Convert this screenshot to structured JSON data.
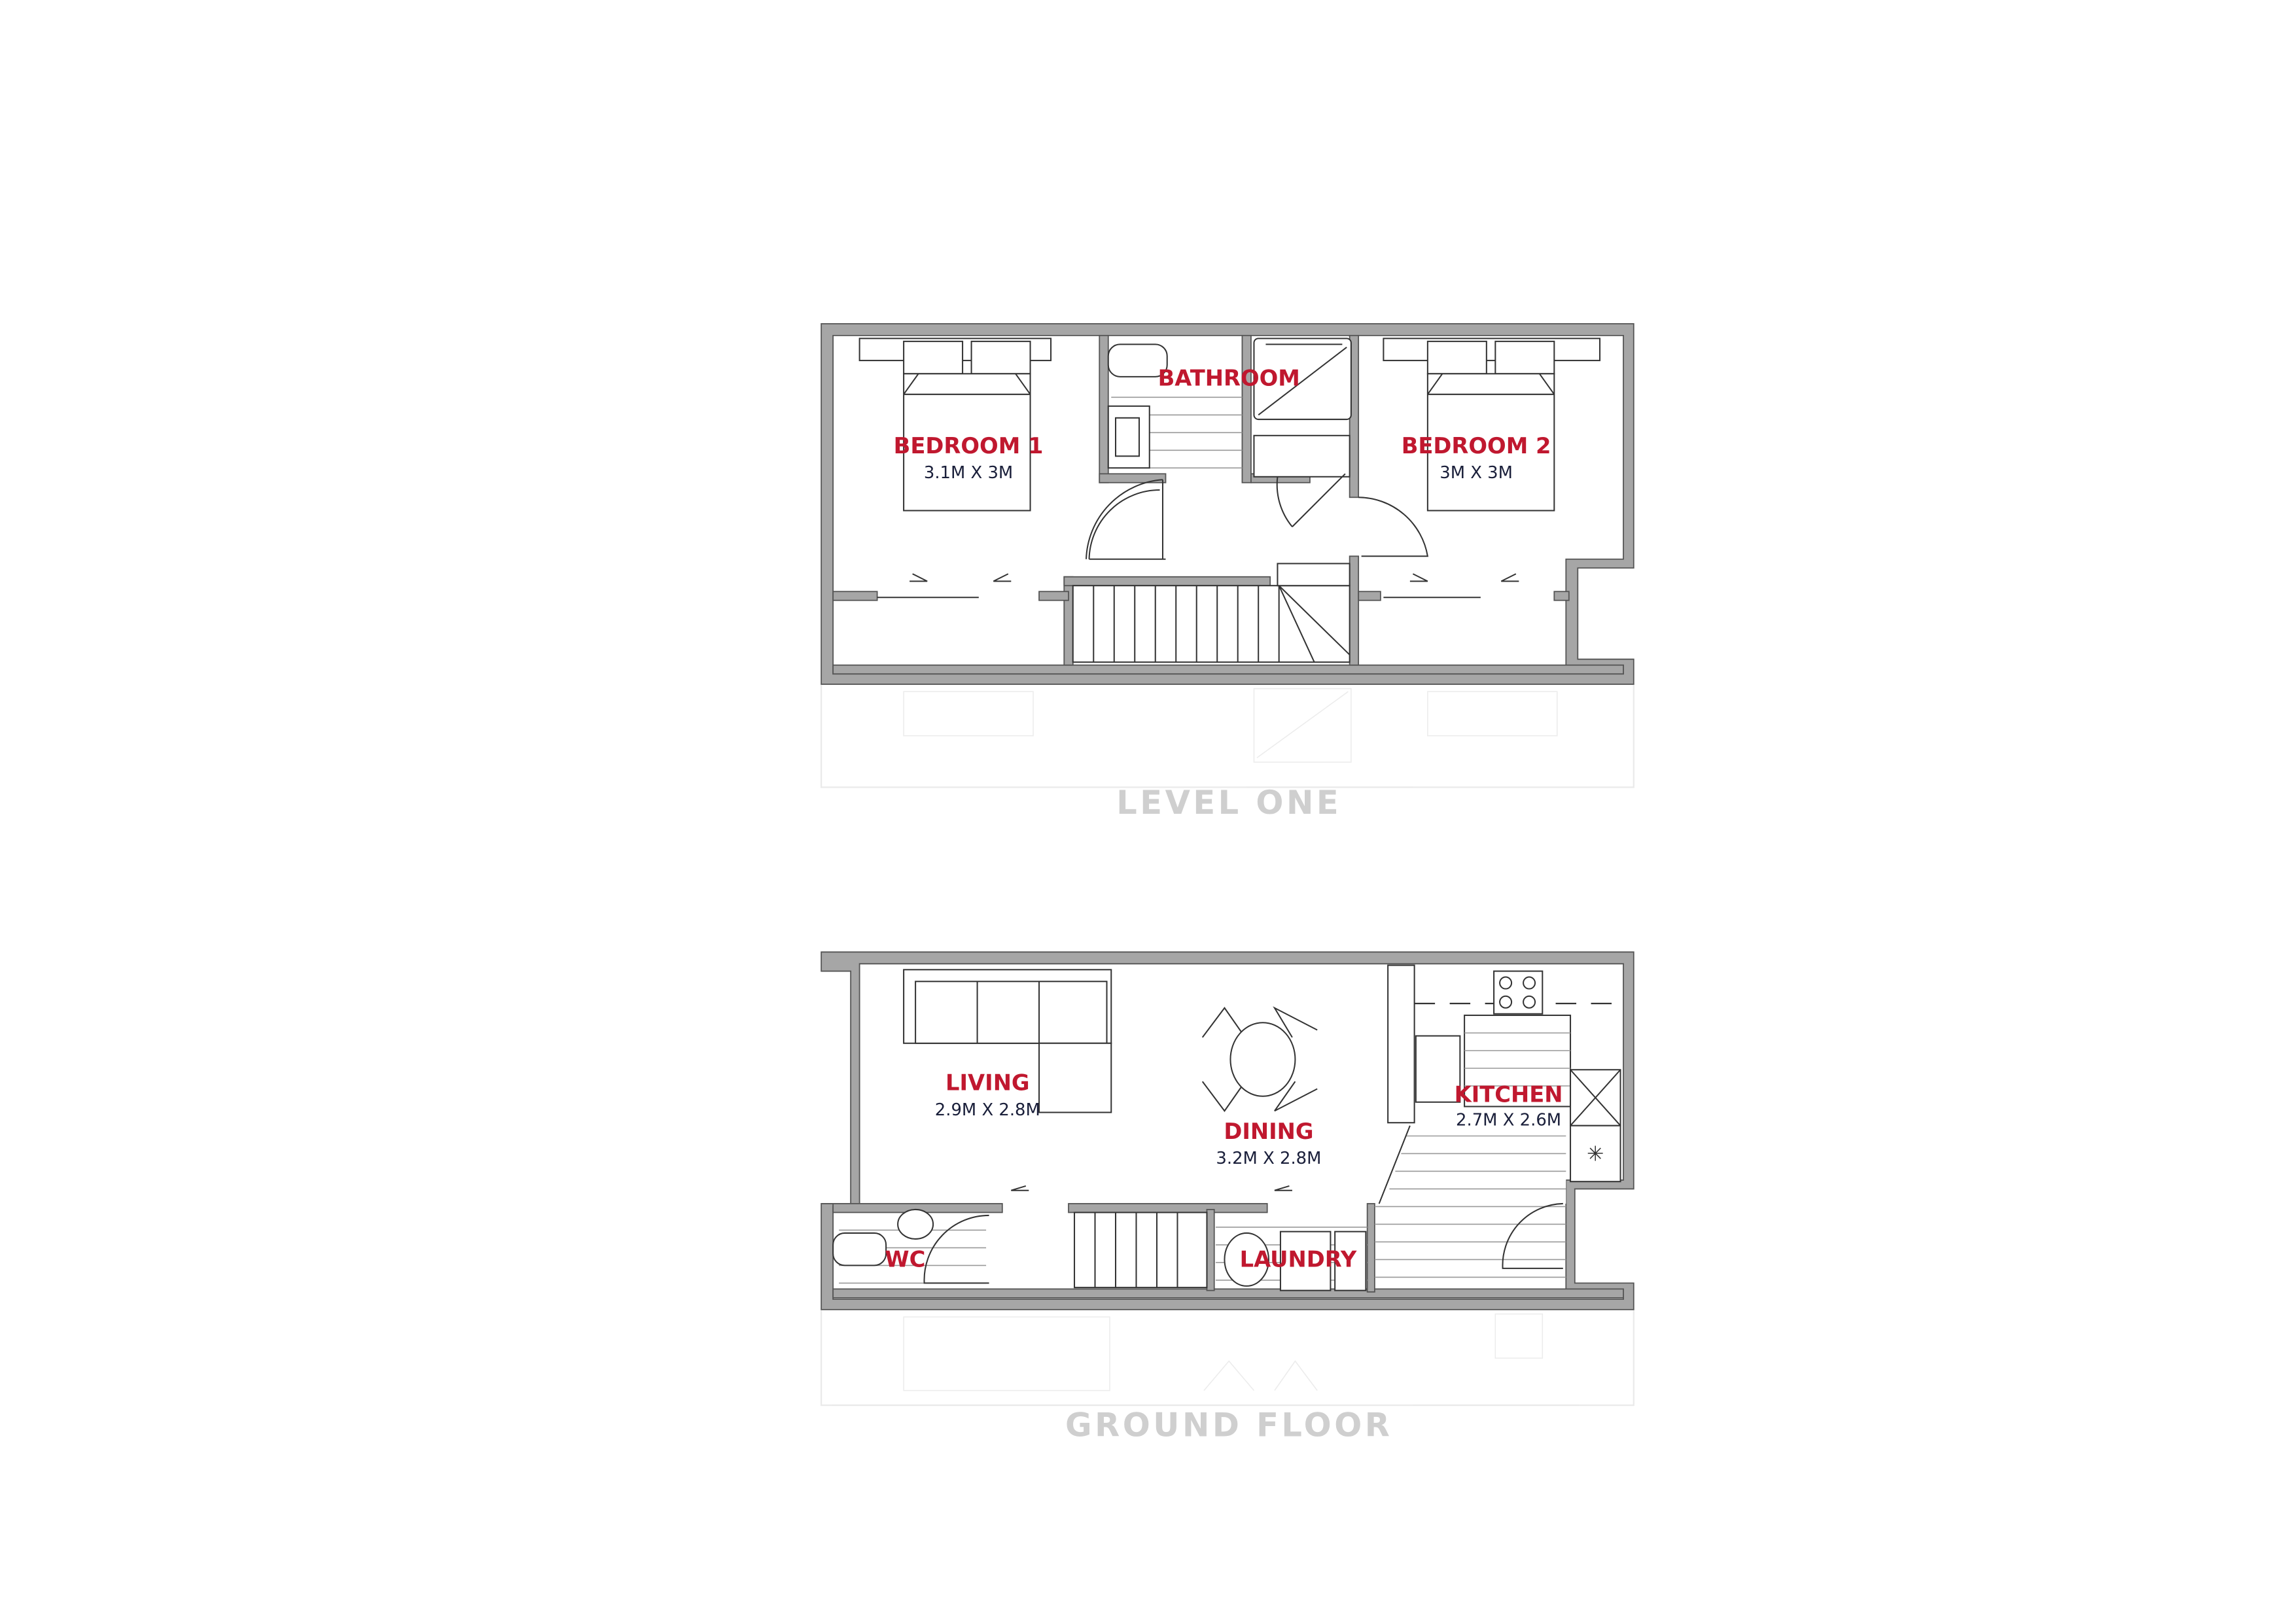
{
  "level_one": {
    "title": "LEVEL ONE",
    "rooms": [
      {
        "name": "BEDROOM 1",
        "size": "3.1M X 3M"
      },
      {
        "name": "BATHROOM"
      },
      {
        "name": "BEDROOM 2",
        "size": "3M X 3M"
      }
    ]
  },
  "ground_floor": {
    "title": "GROUND FLOOR",
    "rooms": [
      {
        "name": "LIVING",
        "size": "2.9M X 2.8M"
      },
      {
        "name": "DINING",
        "size": "3.2M X 2.8M"
      },
      {
        "name": "KITCHEN",
        "size": "2.7M X 2.6M"
      },
      {
        "name": "WC"
      },
      {
        "name": "LAUNDRY"
      }
    ]
  },
  "colors": {
    "room_label": "#c0182f",
    "dimension": "#1a1f3a",
    "level_title": "#cfcfcf",
    "wall": "#a6a6a6"
  }
}
